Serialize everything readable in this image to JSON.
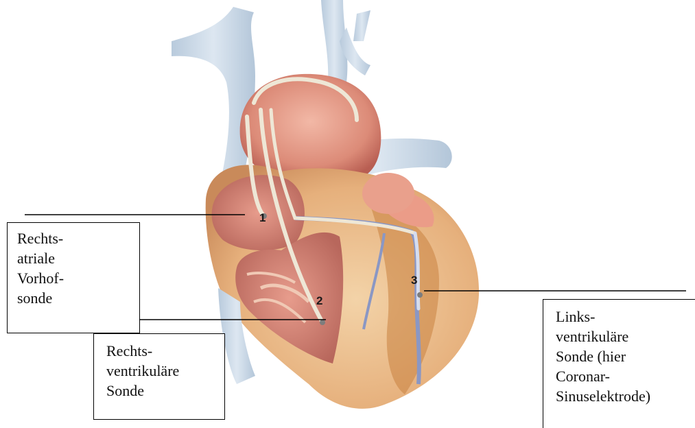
{
  "diagram": {
    "markers": [
      "1",
      "2",
      "3"
    ],
    "labels": {
      "right_atrial_lead": [
        "Rechts-",
        "atriale",
        "Vorhof-",
        "sonde"
      ],
      "right_ventricular_lead": [
        "Rechts-",
        "ventrikuläre",
        "Sonde"
      ],
      "left_ventricular_lead": [
        "Links-",
        "ventrikuläre",
        "Sonde (hier",
        "Coronar-",
        "Sinuselektrode)"
      ]
    },
    "colors": {
      "vessel": "#c7d6e6",
      "heart_muscle": "#d88070",
      "myocardium_outer": "#e5b07e",
      "lead": "#eae2cf",
      "lv_lead": "#8a97c4"
    }
  }
}
